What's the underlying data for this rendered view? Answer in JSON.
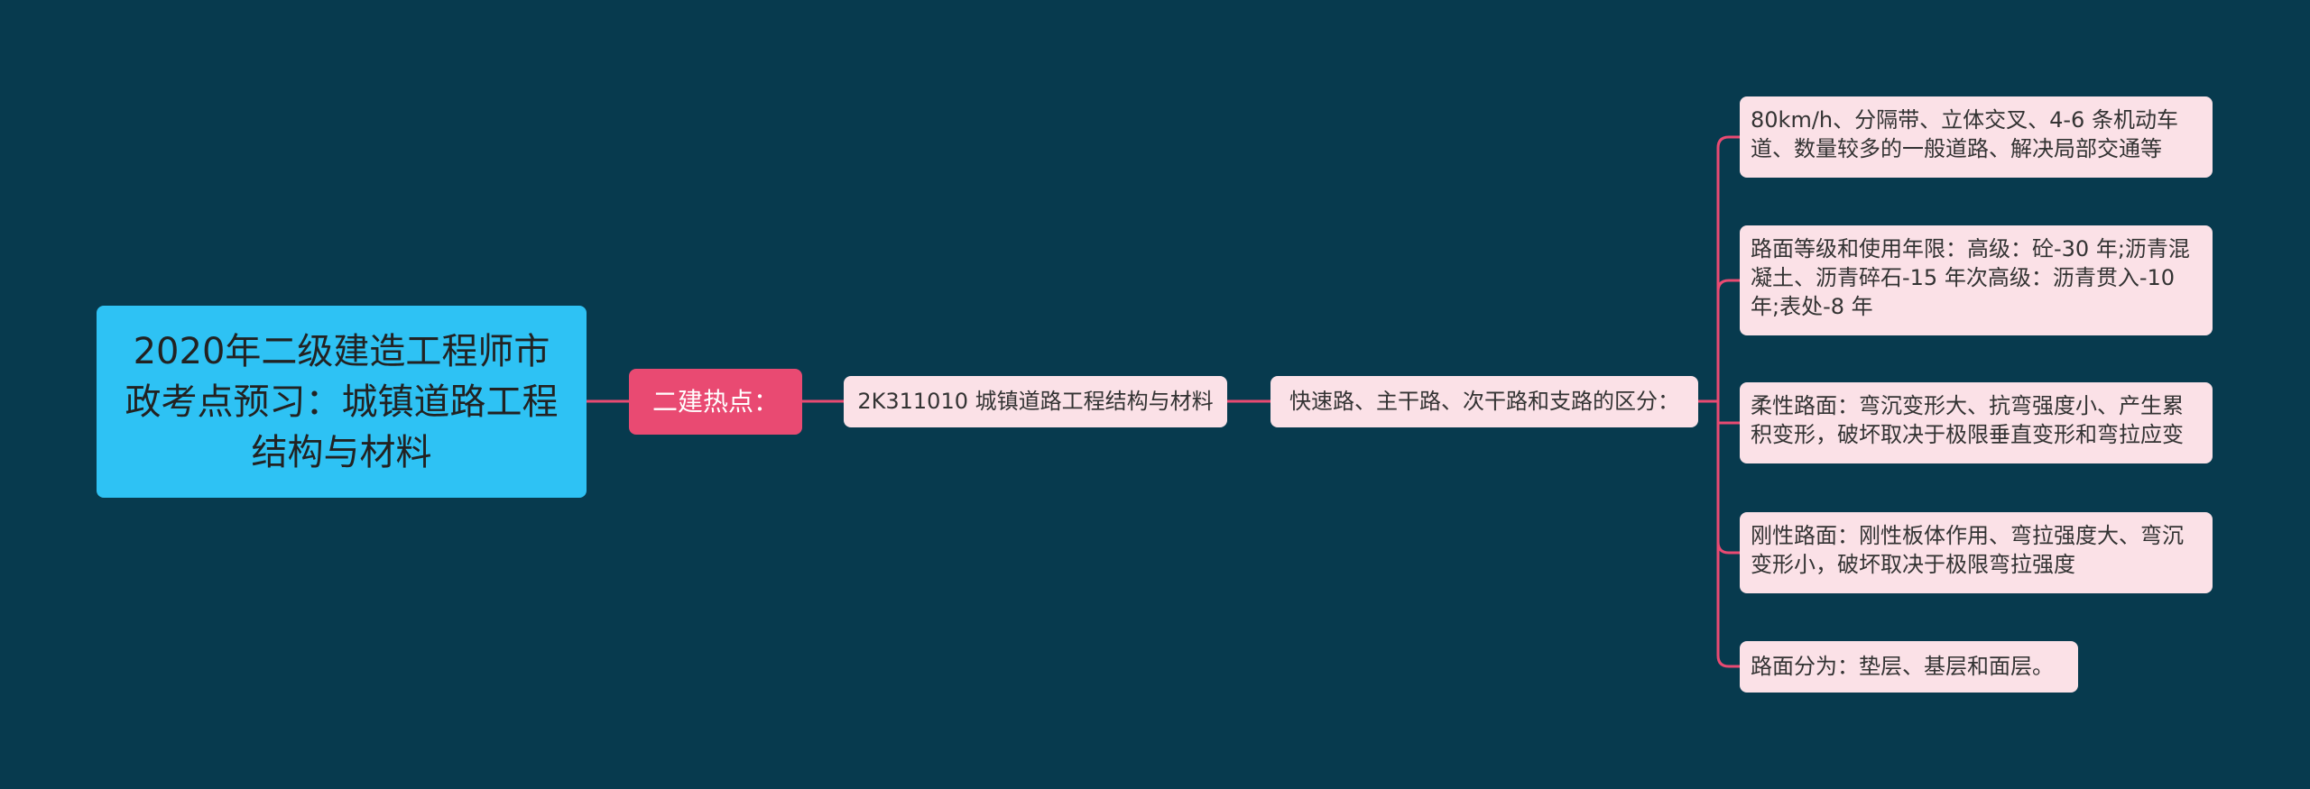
{
  "mindmap": {
    "root": {
      "label": "2020年二级建造工程师市政考点预习：城镇道路工程结构与材料"
    },
    "branch": {
      "label": "二建热点："
    },
    "topic": {
      "label": "2K311010 城镇道路工程结构与材料"
    },
    "subtopic": {
      "label": "快速路、主干路、次干路和支路的区分："
    },
    "leaves": [
      {
        "label": "80km/h、分隔带、立体交叉、4-6 条机动车道、数量较多的一般道路、解决局部交通等"
      },
      {
        "label": "路面等级和使用年限：高级：砼-30 年;沥青混凝土、沥青碎石-15 年次高级：沥青贯入-10 年;表处-8 年"
      },
      {
        "label": "柔性路面：弯沉变形大、抗弯强度小、产生累积变形，破坏取决于极限垂直变形和弯拉应变"
      },
      {
        "label": "刚性路面：刚性板体作用、弯拉强度大、弯沉变形小，破坏取决于极限弯拉强度"
      },
      {
        "label": "路面分为：垫层、基层和面层。"
      }
    ]
  },
  "colors": {
    "background": "#073a4e",
    "root": "#2ec2f4",
    "branch": "#e94a72",
    "node": "#fbe1e7",
    "connector": "#e94a72"
  }
}
